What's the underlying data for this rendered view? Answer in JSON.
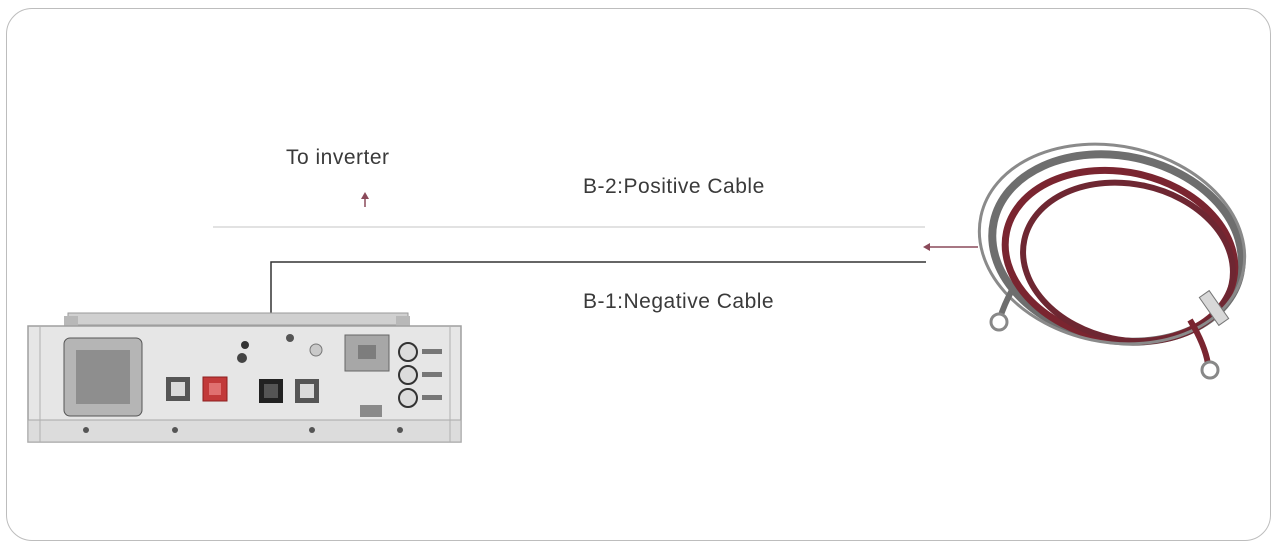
{
  "labels": {
    "to_inverter": "To inverter",
    "positive_cable": "B-2:Positive Cable",
    "negative_cable": "B-1:Negative Cable"
  },
  "colors": {
    "positive": "#c23a3a",
    "negative": "#333333",
    "arrow": "#8a4a5a",
    "cable_grey": "#6e6e6e",
    "cable_red": "#7a2530",
    "device_body": "#e6e6e6"
  }
}
